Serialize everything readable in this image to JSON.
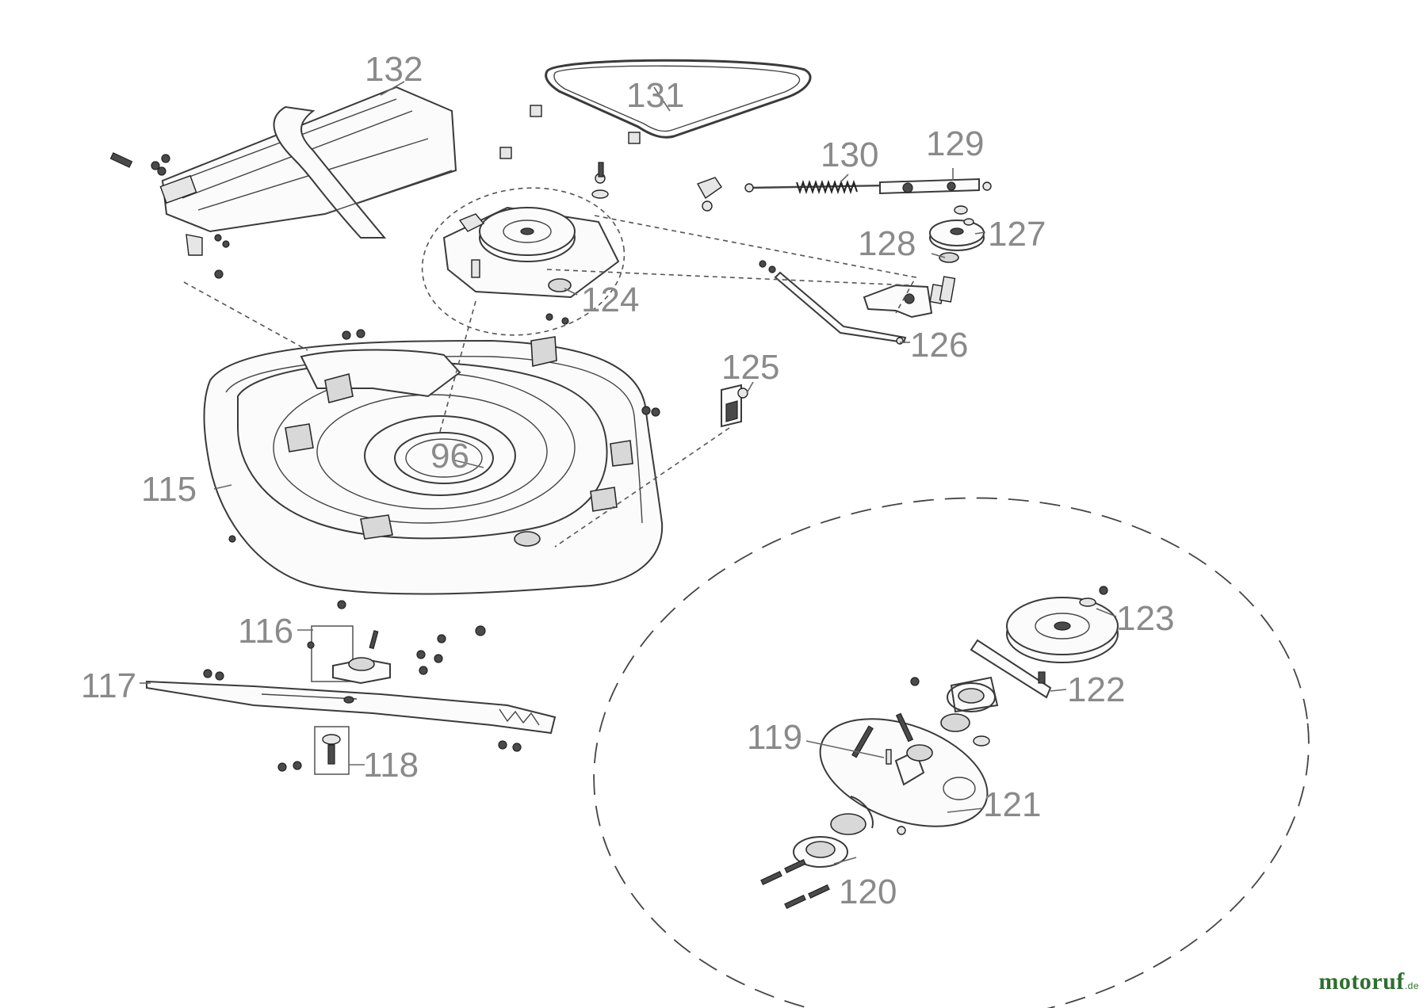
{
  "diagram": {
    "parts": [
      {
        "id": "132",
        "label": "132"
      },
      {
        "id": "131",
        "label": "131"
      },
      {
        "id": "130",
        "label": "130"
      },
      {
        "id": "129",
        "label": "129"
      },
      {
        "id": "128",
        "label": "128"
      },
      {
        "id": "127",
        "label": "127"
      },
      {
        "id": "124",
        "label": "124"
      },
      {
        "id": "126",
        "label": "126"
      },
      {
        "id": "125",
        "label": "125"
      },
      {
        "id": "96",
        "label": "96"
      },
      {
        "id": "115",
        "label": "115"
      },
      {
        "id": "116",
        "label": "116"
      },
      {
        "id": "117",
        "label": "117"
      },
      {
        "id": "118",
        "label": "118"
      },
      {
        "id": "123",
        "label": "123"
      },
      {
        "id": "122",
        "label": "122"
      },
      {
        "id": "119",
        "label": "119"
      },
      {
        "id": "121",
        "label": "121"
      },
      {
        "id": "120",
        "label": "120"
      }
    ]
  },
  "watermark": {
    "main": "motoruf",
    "suffix": ".de"
  }
}
